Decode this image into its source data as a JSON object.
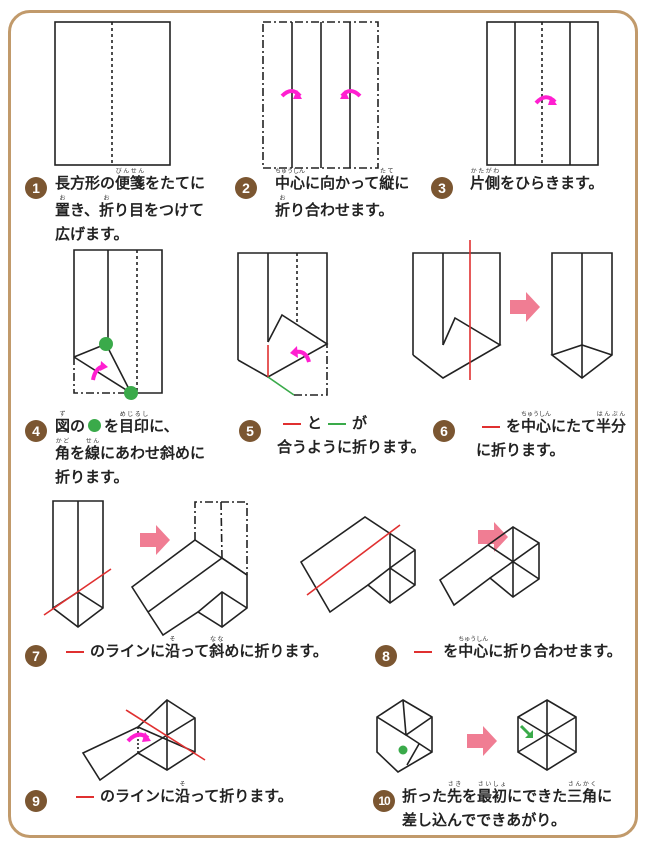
{
  "colors": {
    "frame": "#c19a6b",
    "badge": "#7b5631",
    "red": "#e03030",
    "green": "#3aaa4a",
    "magenta": "#ff1fd0",
    "arrow": "#f07d93"
  },
  "steps": [
    {
      "number": "1",
      "lines": [
        [
          {
            "t": "長方形の"
          },
          {
            "t": "便箋",
            "r": "びんせん"
          },
          {
            "t": "をたてに"
          }
        ],
        [
          {
            "t": "置",
            "r": "お"
          },
          {
            "t": "き、"
          },
          {
            "t": "折",
            "r": "お"
          },
          {
            "t": "り目をつけて"
          }
        ],
        [
          {
            "t": "広げます。"
          }
        ]
      ]
    },
    {
      "number": "2",
      "lines": [
        [
          {
            "t": "中心",
            "r": "ちゅうしん"
          },
          {
            "t": "に向かって"
          },
          {
            "t": "縦",
            "r": "たて"
          },
          {
            "t": "に"
          }
        ],
        [
          {
            "t": "折",
            "r": "お"
          },
          {
            "t": "り合わせます。"
          }
        ]
      ]
    },
    {
      "number": "3",
      "lines": [
        [
          {
            "t": "片側",
            "r": "かたがわ"
          },
          {
            "t": "をひらきます。"
          }
        ]
      ]
    },
    {
      "number": "4",
      "lines": [
        [
          {
            "t": "図",
            "r": "ず"
          },
          {
            "t": "の"
          },
          {
            "mark": "green-dot"
          },
          {
            "t": "を"
          },
          {
            "t": "目印",
            "r": "めじるし"
          },
          {
            "t": "に、"
          }
        ],
        [
          {
            "t": "角",
            "r": "かど"
          },
          {
            "t": "を"
          },
          {
            "t": "線",
            "r": "せん"
          },
          {
            "t": "にあわせ斜めに"
          }
        ],
        [
          {
            "t": "折ります。"
          }
        ]
      ]
    },
    {
      "number": "5",
      "lines": [
        [
          {
            "mark": "red"
          },
          {
            "t": "と"
          },
          {
            "mark": "green"
          },
          {
            "t": "が"
          }
        ],
        [
          {
            "t": "合うように折ります。"
          }
        ]
      ]
    },
    {
      "number": "6",
      "lines": [
        [
          {
            "mark": "red"
          },
          {
            "t": "を"
          },
          {
            "t": "中心",
            "r": "ちゅうしん"
          },
          {
            "t": "にたて"
          },
          {
            "t": "半分",
            "r": "はんぶん"
          }
        ],
        [
          {
            "t": "に折ります。"
          }
        ]
      ]
    },
    {
      "number": "7",
      "lines": [
        [
          {
            "mark": "red"
          },
          {
            "t": "のラインに"
          },
          {
            "t": "沿",
            "r": "そ"
          },
          {
            "t": "って"
          },
          {
            "t": "斜",
            "r": "なな"
          },
          {
            "t": "めに折ります。"
          }
        ]
      ]
    },
    {
      "number": "8",
      "lines": [
        [
          {
            "mark": "red"
          },
          {
            "t": " を"
          },
          {
            "t": "中心",
            "r": "ちゅうしん"
          },
          {
            "t": "に折り合わせます。"
          }
        ]
      ]
    },
    {
      "number": "9",
      "lines": [
        [
          {
            "mark": "red"
          },
          {
            "t": "のラインに"
          },
          {
            "t": "沿",
            "r": "そ"
          },
          {
            "t": "って折ります。"
          }
        ]
      ]
    },
    {
      "number": "10",
      "lines": [
        [
          {
            "t": "折った"
          },
          {
            "t": "先",
            "r": "さき"
          },
          {
            "t": "を"
          },
          {
            "t": "最初",
            "r": "さいしょ"
          },
          {
            "t": "にできた"
          },
          {
            "t": "三角",
            "r": "さんかく"
          },
          {
            "t": "に"
          }
        ],
        [
          {
            "t": "差し込んでできあがり。"
          }
        ]
      ]
    }
  ]
}
